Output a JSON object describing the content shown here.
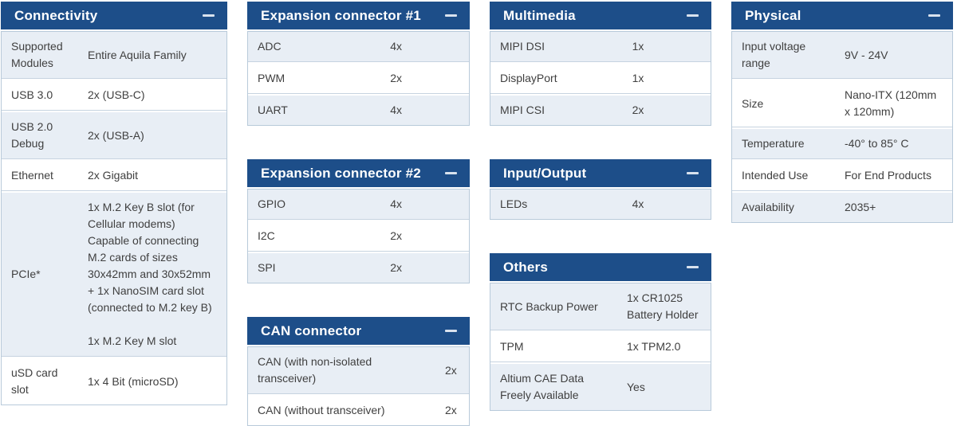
{
  "colors": {
    "header_bg": "#1d4e89",
    "header_text": "#ffffff",
    "row_alt_bg": "#e8eef5",
    "row_bg": "#ffffff",
    "border": "#b8cada",
    "body_text": "#3f3f3f"
  },
  "icons": {
    "collapse": "minus"
  },
  "columns": [
    {
      "tables": [
        {
          "id": "connectivity",
          "title": "Connectivity",
          "rows": [
            {
              "label": "Supported Modules",
              "value": "Entire Aquila Family"
            },
            {
              "label": "USB 3.0",
              "value": "2x (USB-C)"
            },
            {
              "label": "USB 2.0 Debug",
              "value": "2x (USB-A)"
            },
            {
              "label": "Ethernet",
              "value": "2x Gigabit"
            },
            {
              "label": "PCIe*",
              "value": "1x M.2 Key B slot (for Cellular modems)\nCapable of connecting M.2 cards of sizes 30x42mm and 30x52mm\n+ 1x NanoSIM card slot (connected to M.2 key B)\n\n1x M.2 Key M slot"
            },
            {
              "label": "uSD card slot",
              "value": "1x 4 Bit (microSD)"
            }
          ]
        }
      ]
    },
    {
      "tables": [
        {
          "id": "expansion-1",
          "title": "Expansion connector #1",
          "rows": [
            {
              "label": "ADC",
              "value": "4x"
            },
            {
              "label": "PWM",
              "value": "2x"
            },
            {
              "label": "UART",
              "value": "4x"
            }
          ]
        },
        {
          "id": "expansion-2",
          "title": "Expansion connector #2",
          "rows": [
            {
              "label": "GPIO",
              "value": "4x"
            },
            {
              "label": "I2C",
              "value": "2x"
            },
            {
              "label": "SPI",
              "value": "2x"
            }
          ]
        },
        {
          "id": "can",
          "title": "CAN connector",
          "rows": [
            {
              "label": "CAN (with non-isolated transceiver)",
              "value": "2x"
            },
            {
              "label": "CAN (without transceiver)",
              "value": "2x"
            }
          ]
        }
      ]
    },
    {
      "tables": [
        {
          "id": "multimedia",
          "title": "Multimedia",
          "rows": [
            {
              "label": "MIPI DSI",
              "value": "1x"
            },
            {
              "label": "DisplayPort",
              "value": "1x"
            },
            {
              "label": "MIPI CSI",
              "value": "2x"
            }
          ]
        },
        {
          "id": "input-output",
          "title": "Input/Output",
          "rows": [
            {
              "label": "LEDs",
              "value": "4x"
            }
          ]
        },
        {
          "id": "others",
          "title": "Others",
          "rows": [
            {
              "label": "RTC Backup Power",
              "value": "1x CR1025 Battery Holder"
            },
            {
              "label": "TPM",
              "value": "1x TPM2.0"
            },
            {
              "label": "Altium CAE Data Freely Available",
              "value": "Yes"
            }
          ]
        }
      ]
    },
    {
      "tables": [
        {
          "id": "physical",
          "title": "Physical",
          "rows": [
            {
              "label": "Input voltage range",
              "value": "9V - 24V"
            },
            {
              "label": "Size",
              "value": "Nano-ITX (120mm x 120mm)"
            },
            {
              "label": "Temperature",
              "value": "-40° to 85° C"
            },
            {
              "label": "Intended Use",
              "value": "For End Products"
            },
            {
              "label": "Availability",
              "value": "2035+"
            }
          ]
        }
      ]
    }
  ]
}
